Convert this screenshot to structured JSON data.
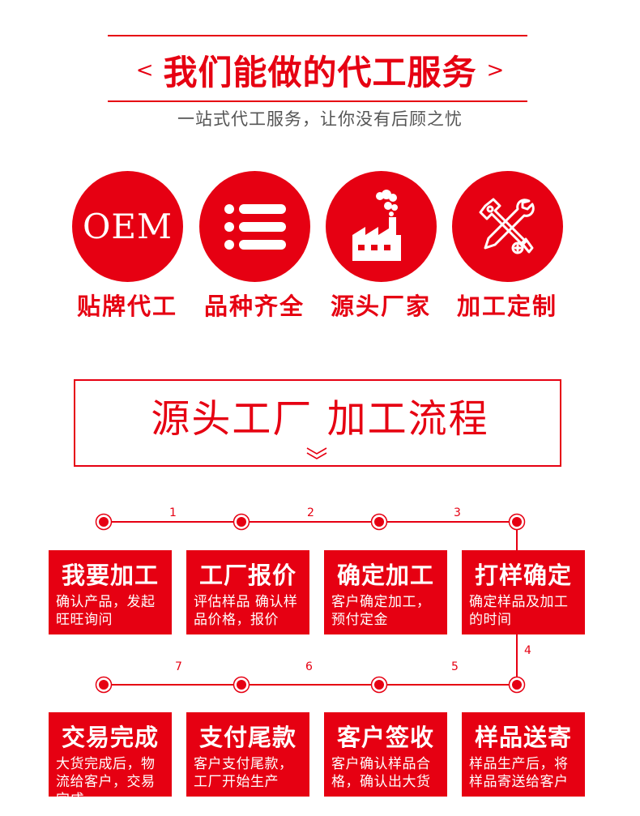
{
  "header": {
    "left_bracket": "<",
    "title": "我们能做的代工服务",
    "right_bracket": ">",
    "subtitle": "一站式代工服务，让你没有后顾之忧"
  },
  "services": [
    {
      "icon": "oem-text-icon",
      "icon_text": "OEM",
      "label": "贴牌代工"
    },
    {
      "icon": "list-icon",
      "label": "品种齐全"
    },
    {
      "icon": "factory-icon",
      "label": "源头厂家"
    },
    {
      "icon": "tools-icon",
      "label": "加工定制"
    }
  ],
  "process": {
    "title": "源头工厂 加工流程",
    "steps": [
      {
        "number": "1",
        "title": "我要加工",
        "desc": "确认产品，发起旺旺询问"
      },
      {
        "number": "2",
        "title": "工厂报价",
        "desc": "评估样品 确认样品价格，报价"
      },
      {
        "number": "3",
        "title": "确定加工",
        "desc": "客户确定加工，预付定金"
      },
      {
        "number": "4",
        "title": "打样确定",
        "desc": "确定样品及加工的时间"
      },
      {
        "number": "5",
        "title": "样品送寄",
        "desc": "样品生产后，将样品寄送给客户"
      },
      {
        "number": "6",
        "title": "客户签收",
        "desc": "客户确认样品合格，确认出大货"
      },
      {
        "number": "7",
        "title": "支付尾款",
        "desc": "客户支付尾款，工厂开始生产"
      },
      {
        "title": "交易完成",
        "desc": "大货完成后，物流给客户，交易完成"
      }
    ]
  },
  "colors": {
    "accent": "#e60012",
    "subtitle": "#555555",
    "background": "#ffffff"
  }
}
